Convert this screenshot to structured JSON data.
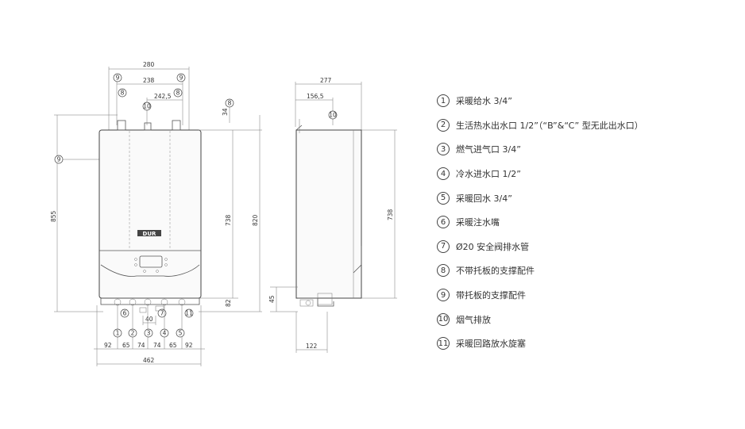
{
  "front_view": {
    "dims": {
      "w280": "280",
      "w238": "238",
      "w242_5": "242,5",
      "h34": "34",
      "h855": "855",
      "h738": "738",
      "h820": "820",
      "h82": "82",
      "w40": "40",
      "w462": "462",
      "bottom": [
        "92",
        "65",
        "74",
        "74",
        "65",
        "92"
      ]
    },
    "labels": {
      "c9": "9",
      "c8": "8",
      "c10": "10",
      "c6": "6",
      "c7": "7",
      "c11": "11",
      "bottom": [
        "1",
        "2",
        "3",
        "4",
        "5"
      ]
    },
    "logo": "DUR"
  },
  "side_view": {
    "dims": {
      "w277": "277",
      "w156_5": "156,5",
      "h738": "738",
      "h45": "45",
      "w122": "122"
    },
    "labels": {
      "c10": "10"
    }
  },
  "legend": [
    {
      "num": "1",
      "text": "采暖给水 3/4”"
    },
    {
      "num": "2",
      "text": "生活热水出水口 1/2”（“B”&“C” 型无此出水口）"
    },
    {
      "num": "3",
      "text": "燃气进气口  3/4”"
    },
    {
      "num": "4",
      "text": "冷水进水口  1/2”"
    },
    {
      "num": "5",
      "text": "采暖回水 3/4”"
    },
    {
      "num": "6",
      "text": "采暖注水嘴"
    },
    {
      "num": "7",
      "text": "Ø20 安全阀排水管"
    },
    {
      "num": "8",
      "text": "不带托板的支撑配件"
    },
    {
      "num": "9",
      "text": "带托板的支撑配件"
    },
    {
      "num": "10",
      "text": "烟气排放"
    },
    {
      "num": "11",
      "text": "采暖回路放水旋塞"
    }
  ]
}
